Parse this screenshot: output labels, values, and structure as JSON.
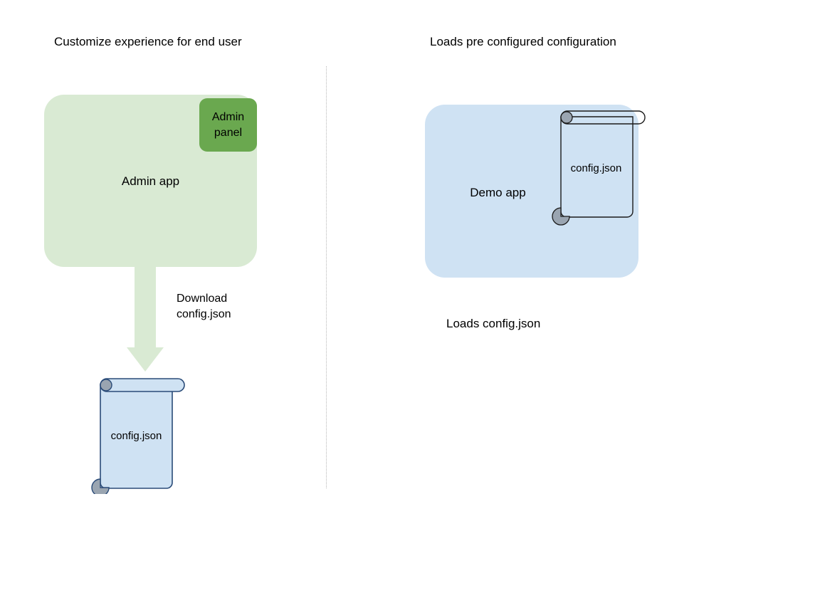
{
  "diagram": {
    "type": "flow-diagram",
    "background_color": "#ffffff",
    "panels": {
      "left": {
        "heading": "Customize experience for end user",
        "app_box": {
          "label": "Admin app",
          "fill_color": "#d9ead3"
        },
        "panel_box": {
          "label": "Admin\npanel",
          "label_line1": "Admin",
          "label_line2": "panel",
          "fill_color": "#6aa84f"
        },
        "arrow": {
          "label_line1": "Download",
          "label_line2": "config.json",
          "color": "#d9ead3",
          "direction": "down"
        },
        "file": {
          "label": "config.json",
          "fill_color": "#cfe2f3",
          "stroke_color": "#2a4b78",
          "roll_color": "#9aa5b1"
        }
      },
      "right": {
        "heading": "Loads pre configured configuration",
        "app_box": {
          "label": "Demo app",
          "fill_color": "#cfe2f3"
        },
        "file": {
          "label": "config.json",
          "fill_color": "transparent",
          "stroke_color": "#1b1b1b",
          "roll_color": "#9aa5b1"
        },
        "caption": "Loads config.json"
      }
    },
    "divider": {
      "style": "dotted",
      "color": "#b7b7b7"
    }
  }
}
